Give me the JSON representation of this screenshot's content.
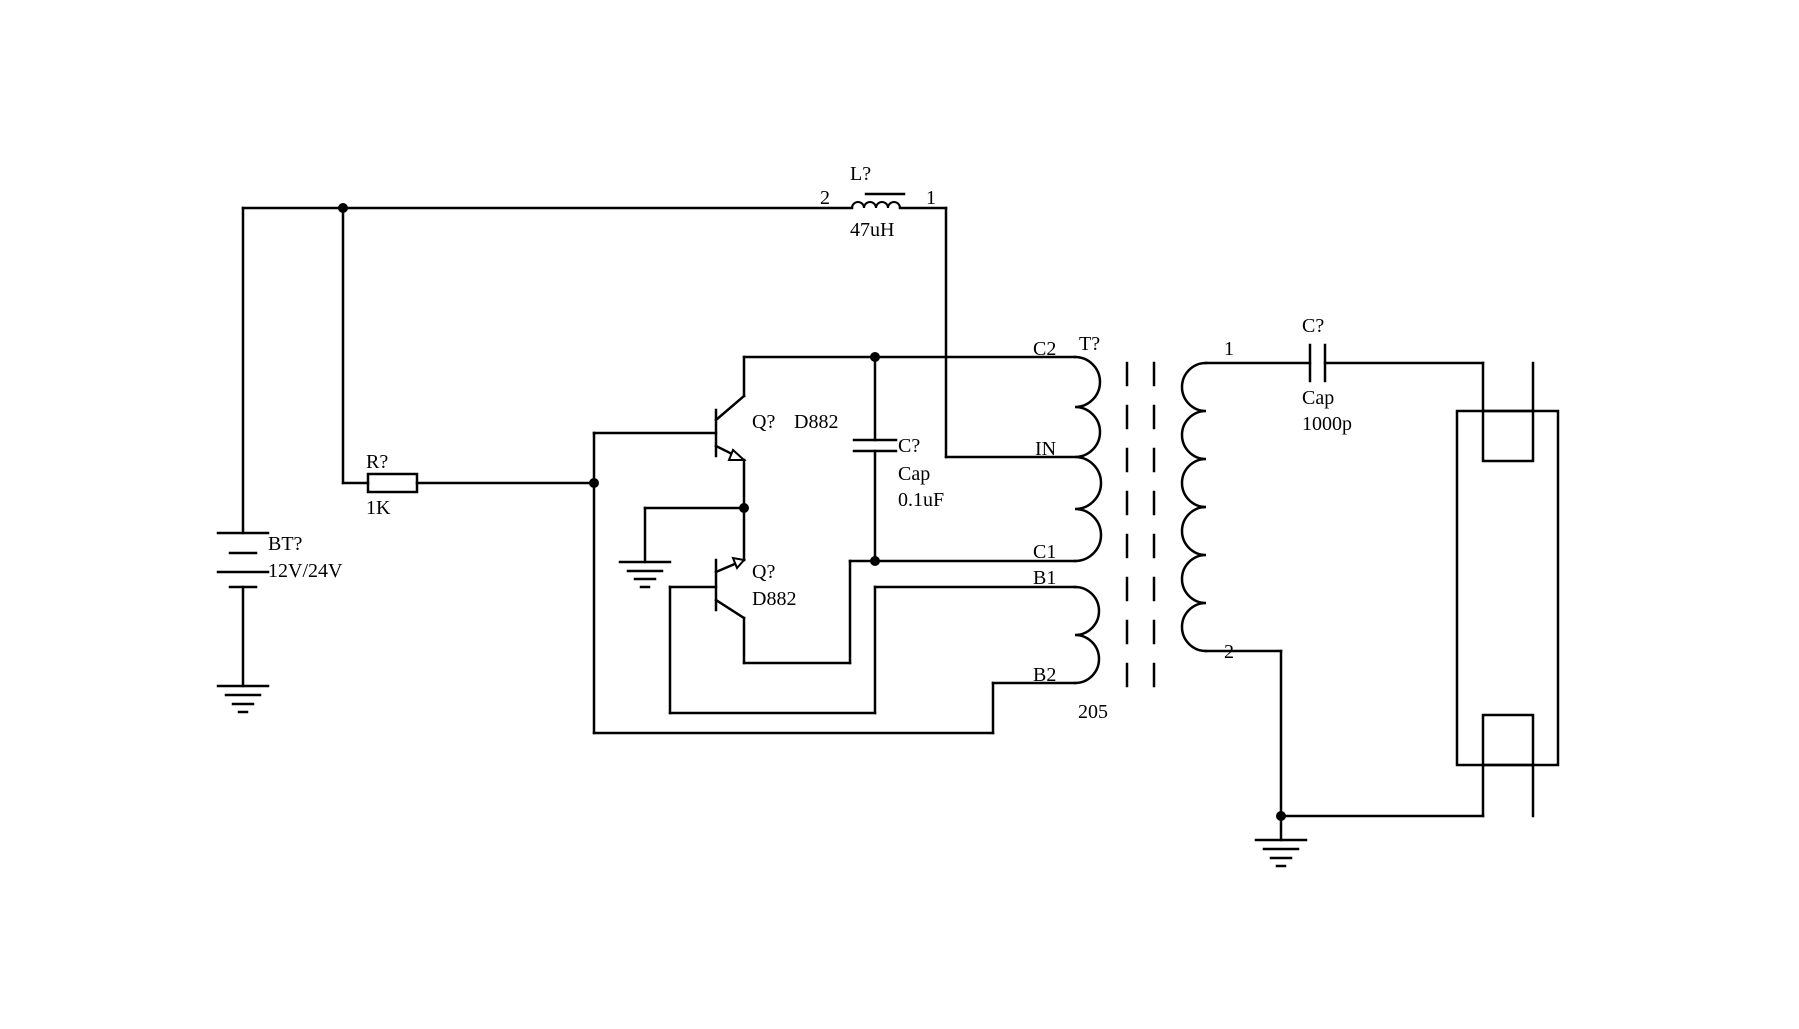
{
  "colors": {
    "background": "#ffffff",
    "ink": "#000000"
  },
  "inductor": {
    "ref": "L?",
    "value": "47uH",
    "pin_left": "2",
    "pin_right": "1"
  },
  "resistor": {
    "ref": "R?",
    "value": "1K"
  },
  "battery": {
    "ref": "BT?",
    "value": "12V/24V"
  },
  "transistor_top": {
    "ref": "Q?",
    "value": "D882"
  },
  "transistor_bottom": {
    "ref": "Q?",
    "value": "D882"
  },
  "capacitor_tank": {
    "ref": "C?",
    "type": "Cap",
    "value": "0.1uF"
  },
  "transformer": {
    "ref": "T?",
    "model": "205",
    "pins": {
      "c2": "C2",
      "in": "IN",
      "c1": "C1",
      "b1": "B1",
      "b2": "B2"
    },
    "secondary_pin_top": "1",
    "secondary_pin_bottom": "2"
  },
  "capacitor_output": {
    "ref": "C?",
    "type": "Cap",
    "value": "1000p"
  }
}
